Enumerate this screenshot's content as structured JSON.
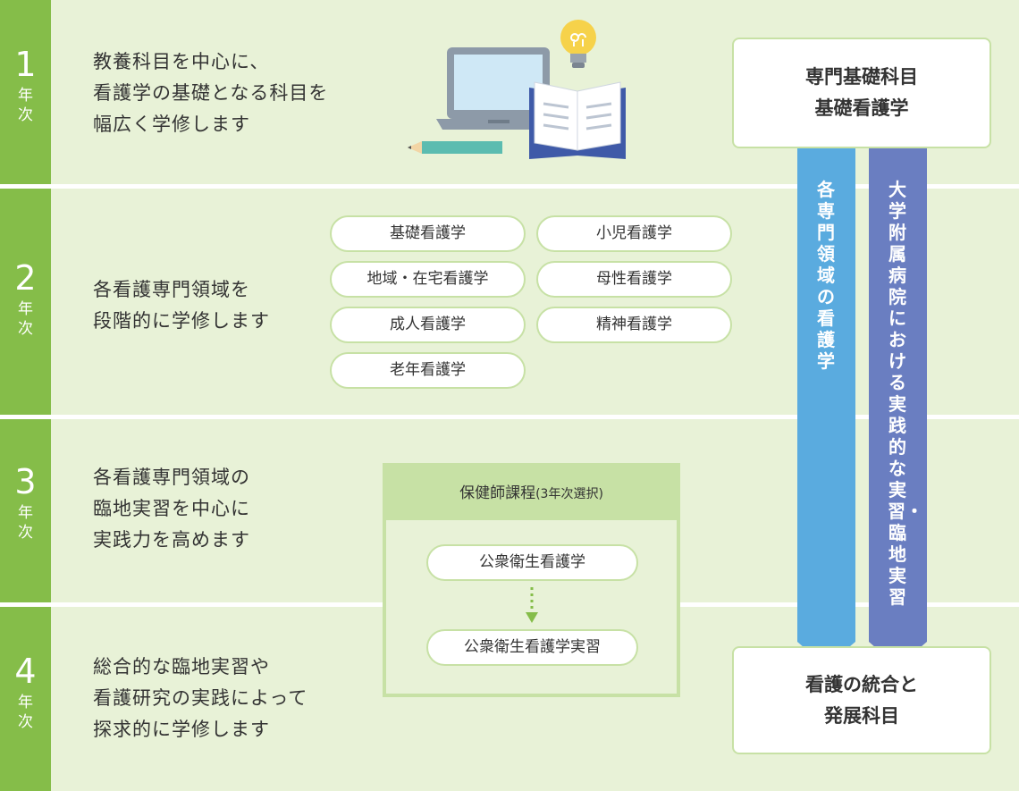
{
  "years": [
    {
      "number": "1",
      "suffix": "年次",
      "description": "教養科目を中心に、\n看護学の基礎となる科目を\n幅広く学修します"
    },
    {
      "number": "2",
      "suffix": "年次",
      "description": "各看護専門領域を\n段階的に学修します"
    },
    {
      "number": "3",
      "suffix": "年次",
      "description": "各看護専門領域の\n臨地実習を中心に\n実践力を高めます"
    },
    {
      "number": "4",
      "suffix": "年次",
      "description": "総合的な臨地実習や\n看護研究の実践によって\n探求的に学修します"
    }
  ],
  "subjects_year2": [
    "基礎看護学",
    "小児看護学",
    "地域・在宅看護学",
    "母性看護学",
    "成人看護学",
    "精神看護学",
    "老年看護学"
  ],
  "public_health_nurse": {
    "title": "保健師課程",
    "note": "(3年次選択)",
    "items": [
      "公衆衛生看護学",
      "公衆衛生看護学実習"
    ]
  },
  "top_box": "専門基礎科目\n基礎看護学",
  "bottom_box": "看護の統合と\n発展科目",
  "arrows": [
    {
      "label": "各専門領域の看護学",
      "color": "#5aabdf"
    },
    {
      "label": "大学附属病院における実践的な実習・臨地実習",
      "color": "#6a7ec1"
    }
  ],
  "colors": {
    "band": "#e8f2d7",
    "tab": "#85bd49",
    "pill_border": "#c7e1a5",
    "dotted_arrow": "#85bd49"
  },
  "illustration": [
    "laptop-icon",
    "open-book-icon",
    "light-bulb-icon",
    "pencil-icon"
  ]
}
